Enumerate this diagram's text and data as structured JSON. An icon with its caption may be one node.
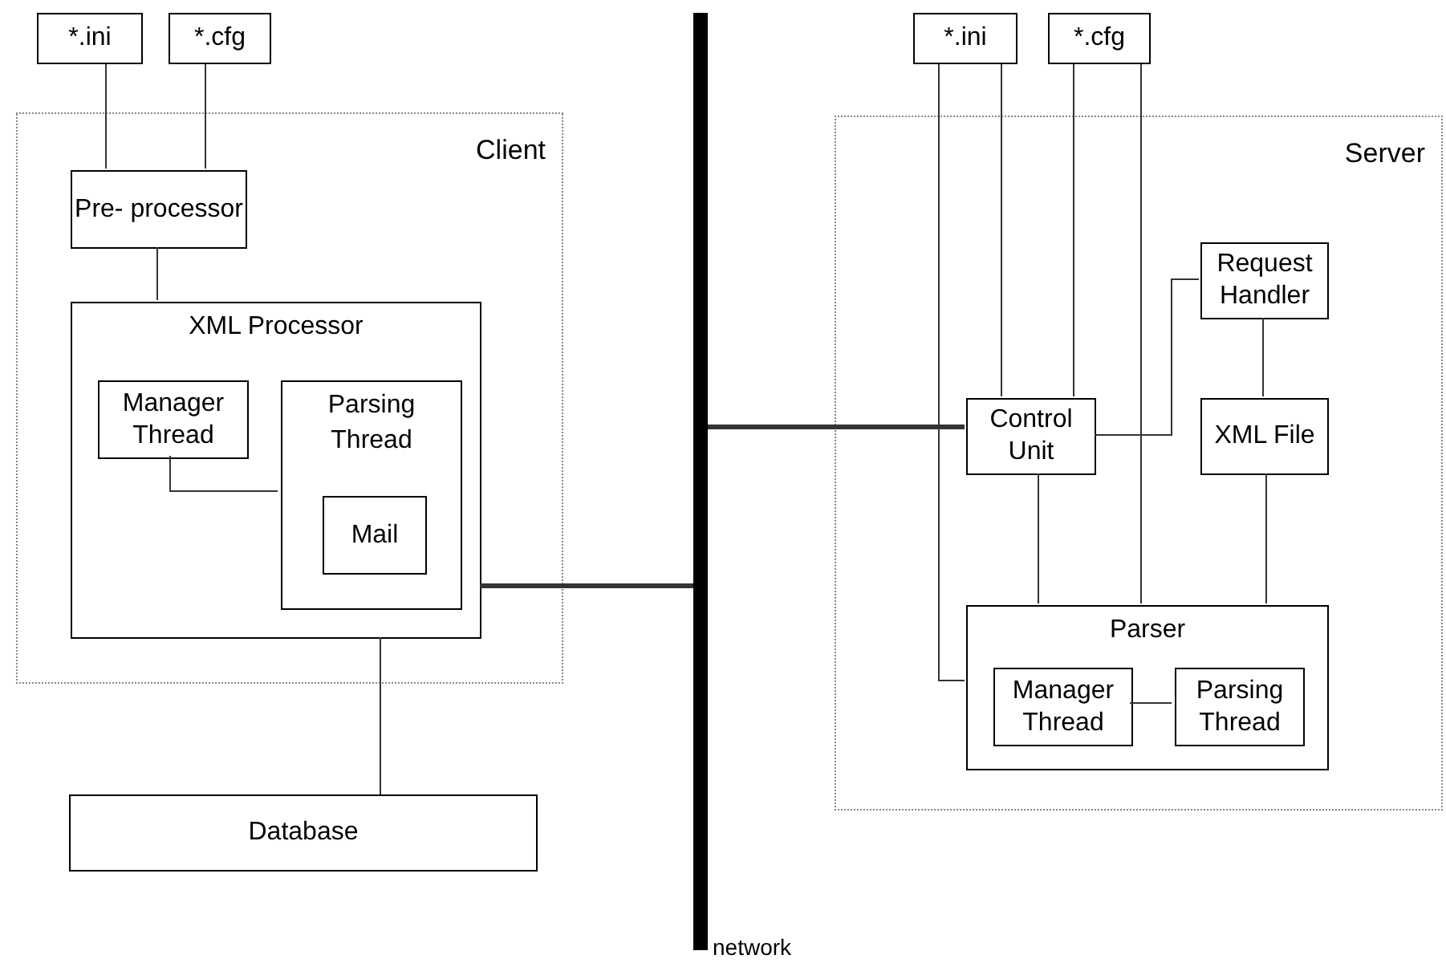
{
  "diagram": {
    "nodes": [
      {
        "text": [
          "*.ini"
        ]
      },
      {
        "text": [
          "*.cfg"
        ]
      },
      {
        "text": [
          "Client"
        ]
      },
      {
        "text": [
          "Pre- processor"
        ],
        "in": 2
      },
      {
        "text": [
          "XML Processor"
        ],
        "in": 2
      },
      {
        "text": [
          "Manager Thread"
        ],
        "in": 4
      },
      {
        "text": [
          "Parsing Thread"
        ],
        "in": 4
      },
      {
        "text": [
          "Mail"
        ],
        "in": 6
      },
      {
        "text": [
          "Database"
        ]
      },
      {
        "text": [],
        "shape": "bar",
        "beside": [
          "network"
        ]
      },
      {
        "text": [
          "*.ini"
        ]
      },
      {
        "text": [
          "*.cfg"
        ]
      },
      {
        "text": [
          "Server"
        ]
      },
      {
        "text": [
          "Request Handler"
        ],
        "in": 12
      },
      {
        "text": [
          "Control Unit"
        ],
        "in": 12
      },
      {
        "text": [
          "XML File"
        ],
        "in": 12
      },
      {
        "text": [
          "Parser"
        ],
        "in": 12
      },
      {
        "text": [
          "Manager Thread"
        ],
        "in": 16
      },
      {
        "text": [
          "Parsing Thread"
        ],
        "in": 16
      }
    ],
    "edges": [
      {
        "from": 0,
        "to": 3,
        "arrow": "none"
      },
      {
        "from": 1,
        "to": 3,
        "arrow": "none"
      },
      {
        "from": 3,
        "to": 4,
        "arrow": "none"
      },
      {
        "from": 5,
        "to": 6,
        "arrow": "none"
      },
      {
        "from": 4,
        "to": 8,
        "arrow": "none"
      },
      {
        "from": 4,
        "to": 9,
        "arrow": "none",
        "style": "thick"
      },
      {
        "from": 9,
        "to": 14,
        "arrow": "none",
        "style": "thick"
      },
      {
        "from": 10,
        "to": 14,
        "arrow": "none"
      },
      {
        "from": 10,
        "to": 16,
        "arrow": "none"
      },
      {
        "from": 11,
        "to": 14,
        "arrow": "none"
      },
      {
        "from": 11,
        "to": 16,
        "arrow": "none"
      },
      {
        "from": 14,
        "to": 13,
        "arrow": "none"
      },
      {
        "from": 13,
        "to": 15,
        "arrow": "none"
      },
      {
        "from": 14,
        "to": 16,
        "arrow": "none"
      },
      {
        "from": 15,
        "to": 16,
        "arrow": "none"
      },
      {
        "from": 17,
        "to": 18,
        "arrow": "none"
      }
    ]
  }
}
